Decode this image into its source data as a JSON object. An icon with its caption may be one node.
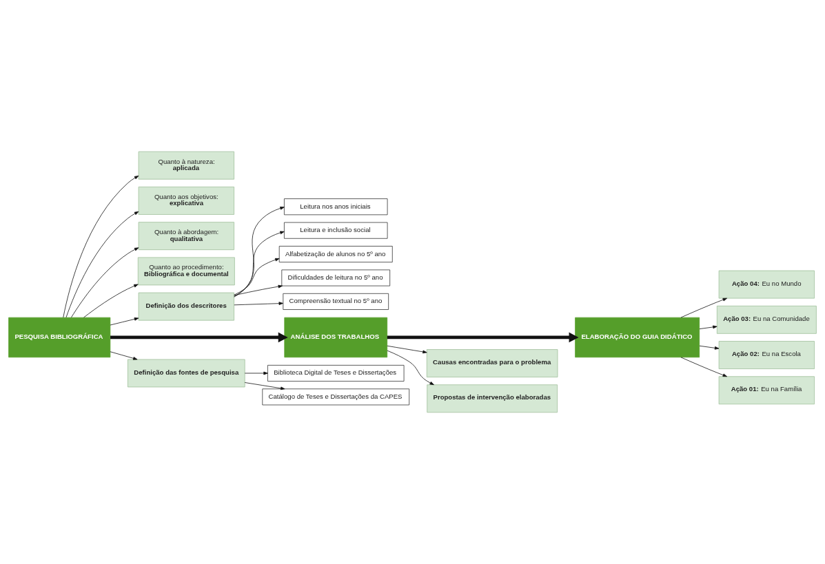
{
  "diagram": {
    "nodes": [
      {
        "text": [
          "PESQUISA BIBLIOGRÁFICA"
        ]
      },
      {
        "text": [
          "Quanto à natureza:",
          "aplicada"
        ]
      },
      {
        "text": [
          "Quanto aos objetivos:",
          "explicativa"
        ]
      },
      {
        "text": [
          "Quanto à abordagem:",
          "qualitativa"
        ]
      },
      {
        "text": [
          "Quanto ao procedimento:",
          "Bibliográfica e documental"
        ]
      },
      {
        "text": [
          "Definição dos descritores"
        ]
      },
      {
        "text": [
          "Leitura nos anos iniciais"
        ]
      },
      {
        "text": [
          "Leitura e inclusão social"
        ]
      },
      {
        "text": [
          "Alfabetização de alunos no 5º ano"
        ]
      },
      {
        "text": [
          "Dificuldades de leitura no 5º ano"
        ]
      },
      {
        "text": [
          "Compreensão textual no 5º ano"
        ]
      },
      {
        "text": [
          "ANÁLISE DOS TRABALHOS"
        ]
      },
      {
        "text": [
          "ELABORAÇÃO DO GUIA DIDÁTICO"
        ]
      },
      {
        "text": [
          "**Ação 04:** Eu no Mundo"
        ]
      },
      {
        "text": [
          "**Ação 03:** Eu na Comunidade"
        ]
      },
      {
        "text": [
          "**Ação 02:** Eu na Escola"
        ]
      },
      {
        "text": [
          "**Ação 01:** Eu na Família"
        ]
      },
      {
        "text": [
          "Definição das fontes de pesquisa"
        ]
      },
      {
        "text": [
          "Biblioteca Digital de Teses e Dissertações"
        ]
      },
      {
        "text": [
          "Catálogo de Teses e Dissertações da CAPES"
        ]
      },
      {
        "text": [
          "Causas encontradas para o problema"
        ]
      },
      {
        "text": [
          "Propostas de intervenção elaboradas"
        ]
      }
    ],
    "edges": [
      {
        "from": 0,
        "to": 1,
        "arrow": "to"
      },
      {
        "from": 0,
        "to": 2,
        "arrow": "to"
      },
      {
        "from": 0,
        "to": 3,
        "arrow": "to"
      },
      {
        "from": 0,
        "to": 4,
        "arrow": "to"
      },
      {
        "from": 0,
        "to": 5,
        "arrow": "to"
      },
      {
        "from": 5,
        "to": 6,
        "arrow": "to"
      },
      {
        "from": 5,
        "to": 7,
        "arrow": "to"
      },
      {
        "from": 5,
        "to": 8,
        "arrow": "to"
      },
      {
        "from": 5,
        "to": 9,
        "arrow": "to"
      },
      {
        "from": 5,
        "to": 10,
        "arrow": "to"
      },
      {
        "from": 0,
        "to": 11,
        "arrow": "to",
        "style": "thick"
      },
      {
        "from": 11,
        "to": 12,
        "arrow": "to",
        "style": "thick"
      },
      {
        "from": 12,
        "to": 13,
        "arrow": "to"
      },
      {
        "from": 12,
        "to": 14,
        "arrow": "to"
      },
      {
        "from": 12,
        "to": 15,
        "arrow": "to"
      },
      {
        "from": 12,
        "to": 16,
        "arrow": "to"
      },
      {
        "from": 0,
        "to": 17,
        "arrow": "to"
      },
      {
        "from": 17,
        "to": 18,
        "arrow": "to"
      },
      {
        "from": 17,
        "to": 19,
        "arrow": "to"
      },
      {
        "from": 11,
        "to": 20,
        "arrow": "to"
      },
      {
        "from": 11,
        "to": 21,
        "arrow": "to"
      }
    ]
  }
}
